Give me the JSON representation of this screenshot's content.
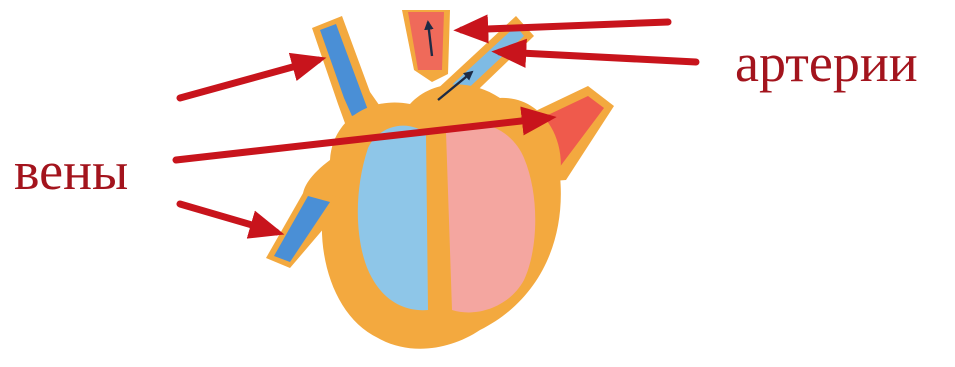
{
  "labels": {
    "arteries": "артерии",
    "veins": "вены"
  },
  "colors": {
    "label_text": "#a3141d",
    "pointer_arrow": "#c8141c",
    "heart_wall": "#f3a93f",
    "venous_blood": "#8ec6e8",
    "arterial_blood": "#f08a7c",
    "vein_vessel": "#4a8fd6",
    "artery_vessel": "#ef5a4c",
    "flow_arrow": "#1d2b45"
  },
  "diagram": {
    "subject": "heart",
    "arrow_groups": [
      {
        "label": "arteries",
        "arrow_count": 2
      },
      {
        "label": "veins",
        "arrow_count": 3
      }
    ]
  }
}
